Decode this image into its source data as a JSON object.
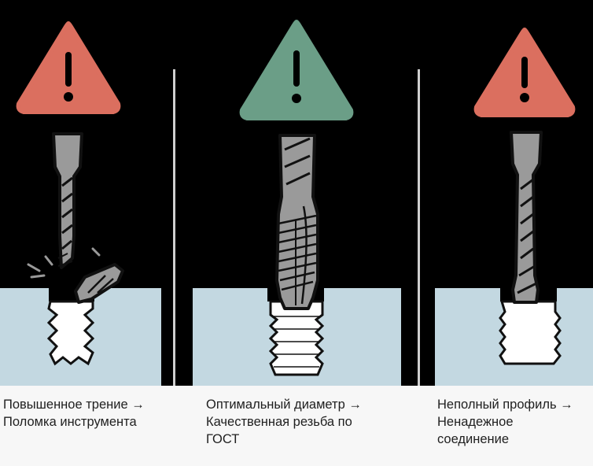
{
  "panels": [
    {
      "id": "left",
      "warning_color": "#db6f5f",
      "state": "broken",
      "caption": [
        "Повышенное трение →",
        "Поломка инструмента"
      ]
    },
    {
      "id": "center",
      "warning_color": "#6b9e87",
      "state": "optimal",
      "caption": [
        "Оптимальный диаметр →",
        "Качественная резьба по",
        "ГОСТ"
      ]
    },
    {
      "id": "right",
      "warning_color": "#db6f5f",
      "state": "incomplete",
      "caption": [
        "Неполный профиль →",
        "Ненадежное",
        "соединение"
      ]
    }
  ],
  "icons": {
    "warning": "warning-triangle-icon",
    "tool": "tap-tool-icon"
  },
  "colors": {
    "background": "#000000",
    "material": "#c3d8e1",
    "tool": "#9a9a9a",
    "divider": "#cfcfcf"
  }
}
